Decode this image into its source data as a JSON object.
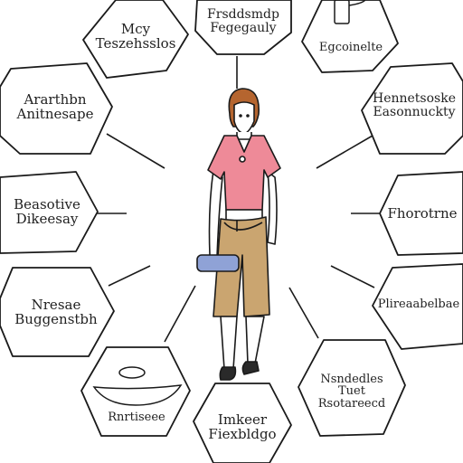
{
  "colors": {
    "outline": "#1a1a1a",
    "shirt": "#ee8a98",
    "pants": "#caa570",
    "hair": "#b5652f",
    "skin": "#ffffff",
    "pad": "#8fa2d6"
  },
  "nodes": [
    {
      "lines": [
        "Mcy",
        "Teszehsslos"
      ]
    },
    {
      "lines": [
        "Frsddsmdp",
        "Fegegauly"
      ]
    },
    {
      "icon": "drink-icon",
      "lines": [
        "Egcoinelte"
      ]
    },
    {
      "lines": [
        "Ararthbn",
        "Anitnesape"
      ]
    },
    {
      "lines": [
        "Hennetsoske",
        "Easonnuckty"
      ]
    },
    {
      "lines": [
        "Beasotive",
        "Dikeesay"
      ]
    },
    {
      "lines": [
        "Fhorotrne"
      ]
    },
    {
      "lines": [
        "Nresae",
        "Buggenstbh"
      ]
    },
    {
      "lines": [
        "Plireaabelbae"
      ]
    },
    {
      "icon": "bowl-icon",
      "lines": [
        "Rnrtiseee"
      ]
    },
    {
      "lines": [
        "Imkeer",
        "Fiexbldgo"
      ]
    },
    {
      "lines": [
        "Nsndedles",
        "Tuet",
        "Rsotareecd"
      ]
    }
  ]
}
